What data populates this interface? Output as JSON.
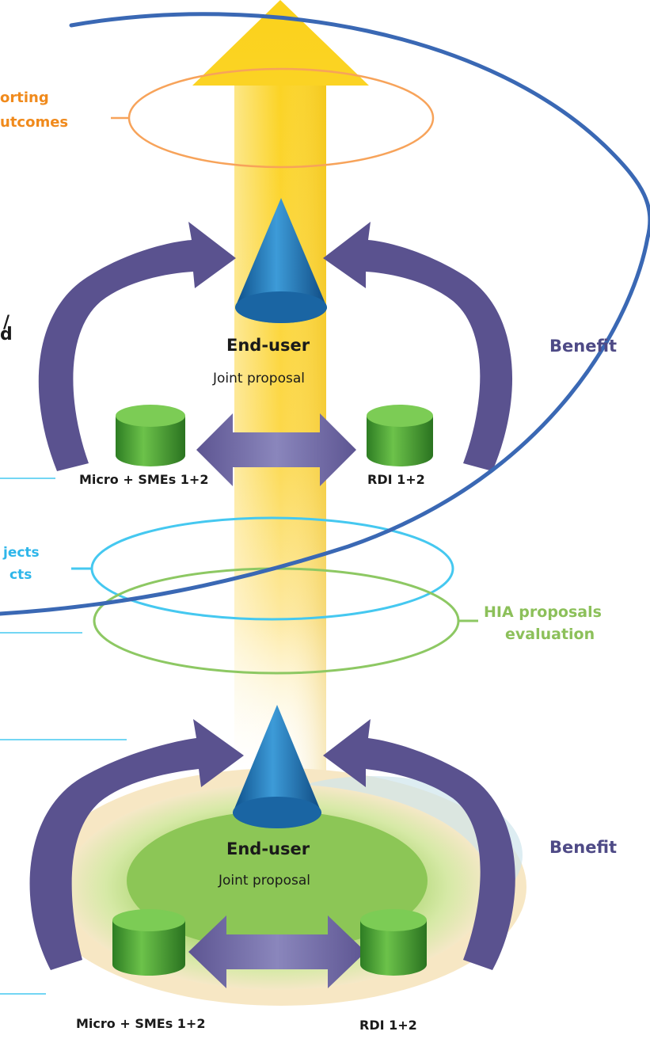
{
  "labels": {
    "reporting_line1": "orting",
    "reporting_line2": "utcomes",
    "left_fragment_a": "/",
    "left_fragment_b": "d",
    "upper": {
      "end_user": "End-user",
      "joint_proposal": "Joint proposal",
      "benefit": "Benefit",
      "micro_smes": "Micro + SMEs 1+2",
      "rdi": "RDI 1+2"
    },
    "projects_line1": "jects",
    "projects_line2": "cts",
    "hia_line1": "HIA proposals",
    "hia_line2": "evaluation",
    "lower": {
      "end_user": "End-user",
      "joint_proposal": "Joint proposal",
      "benefit": "Benefit",
      "micro_smes": "Micro + SMEs 1+2",
      "rdi": "RDI 1+2"
    }
  },
  "colors": {
    "yellow_arrow": "#fbd21b",
    "purple_arrow": "#5a528f",
    "blue_cone": "#1e77b8",
    "green_cylinder": "#3fa532",
    "orange_text": "#f08a1c",
    "cyan_ring": "#45c8f0",
    "green_ring": "#8dc863",
    "blue_outline": "#3a68b4",
    "label_dark": "#1a1a1a",
    "label_purple": "#4e4a86",
    "hia_green": "#8cc05a"
  }
}
